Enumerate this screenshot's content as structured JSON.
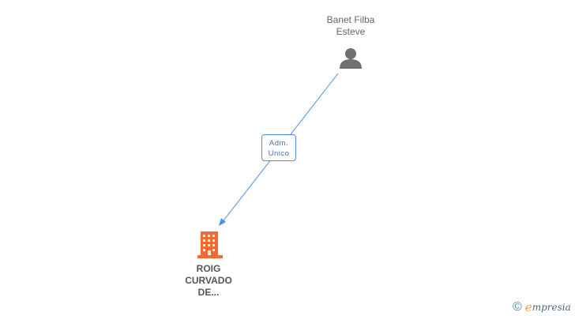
{
  "person": {
    "name_line1": "Banet Filba",
    "name_line2": "Esteve"
  },
  "relation": {
    "label_line1": "Adm.",
    "label_line2": "Unico"
  },
  "company": {
    "name_line1": "ROIG",
    "name_line2": "CURVADO",
    "name_line3": "DE..."
  },
  "brand": {
    "copyright": "©",
    "e": "e",
    "rest": "mpresia"
  },
  "colors": {
    "edge": "#4a90e2",
    "person_icon": "#707070",
    "company_icon": "#f26a35"
  }
}
